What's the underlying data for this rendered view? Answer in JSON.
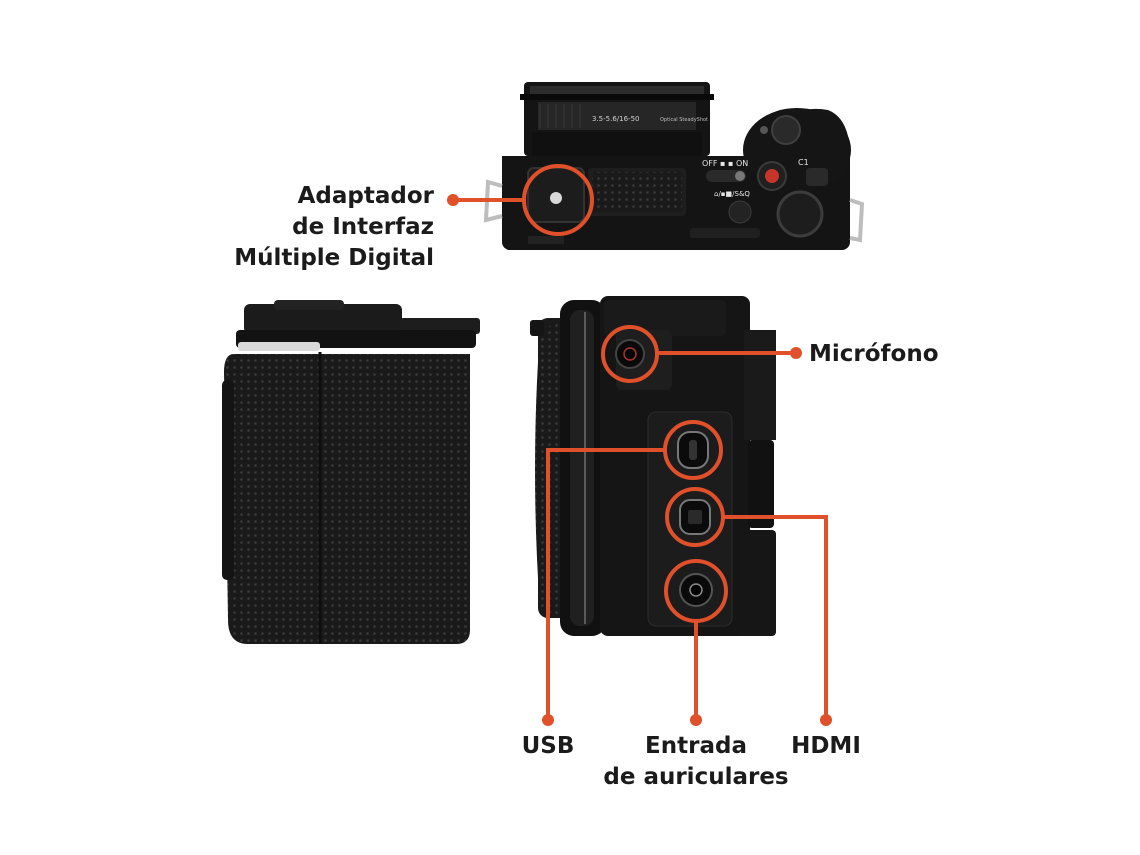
{
  "callouts": {
    "adapter": {
      "line1": "Adaptador",
      "line2": "de Interfaz",
      "line3": "Múltiple Digital"
    },
    "mic": "Micrófono",
    "usb": "USB",
    "headphones": {
      "line1": "Entrada",
      "line2": "de auriculares"
    },
    "hdmi": "HDMI"
  },
  "lens_text": {
    "spec": "3.5-5.6/16-50",
    "brand": "Optical SteadyShot"
  },
  "controls": {
    "power": "OFF ▪ ▪ ON",
    "c1": "C1",
    "mode": "⌂/▪■/S&Q"
  },
  "colors": {
    "accent": "#e0502a",
    "body": "#151515",
    "background": "#ffffff"
  }
}
